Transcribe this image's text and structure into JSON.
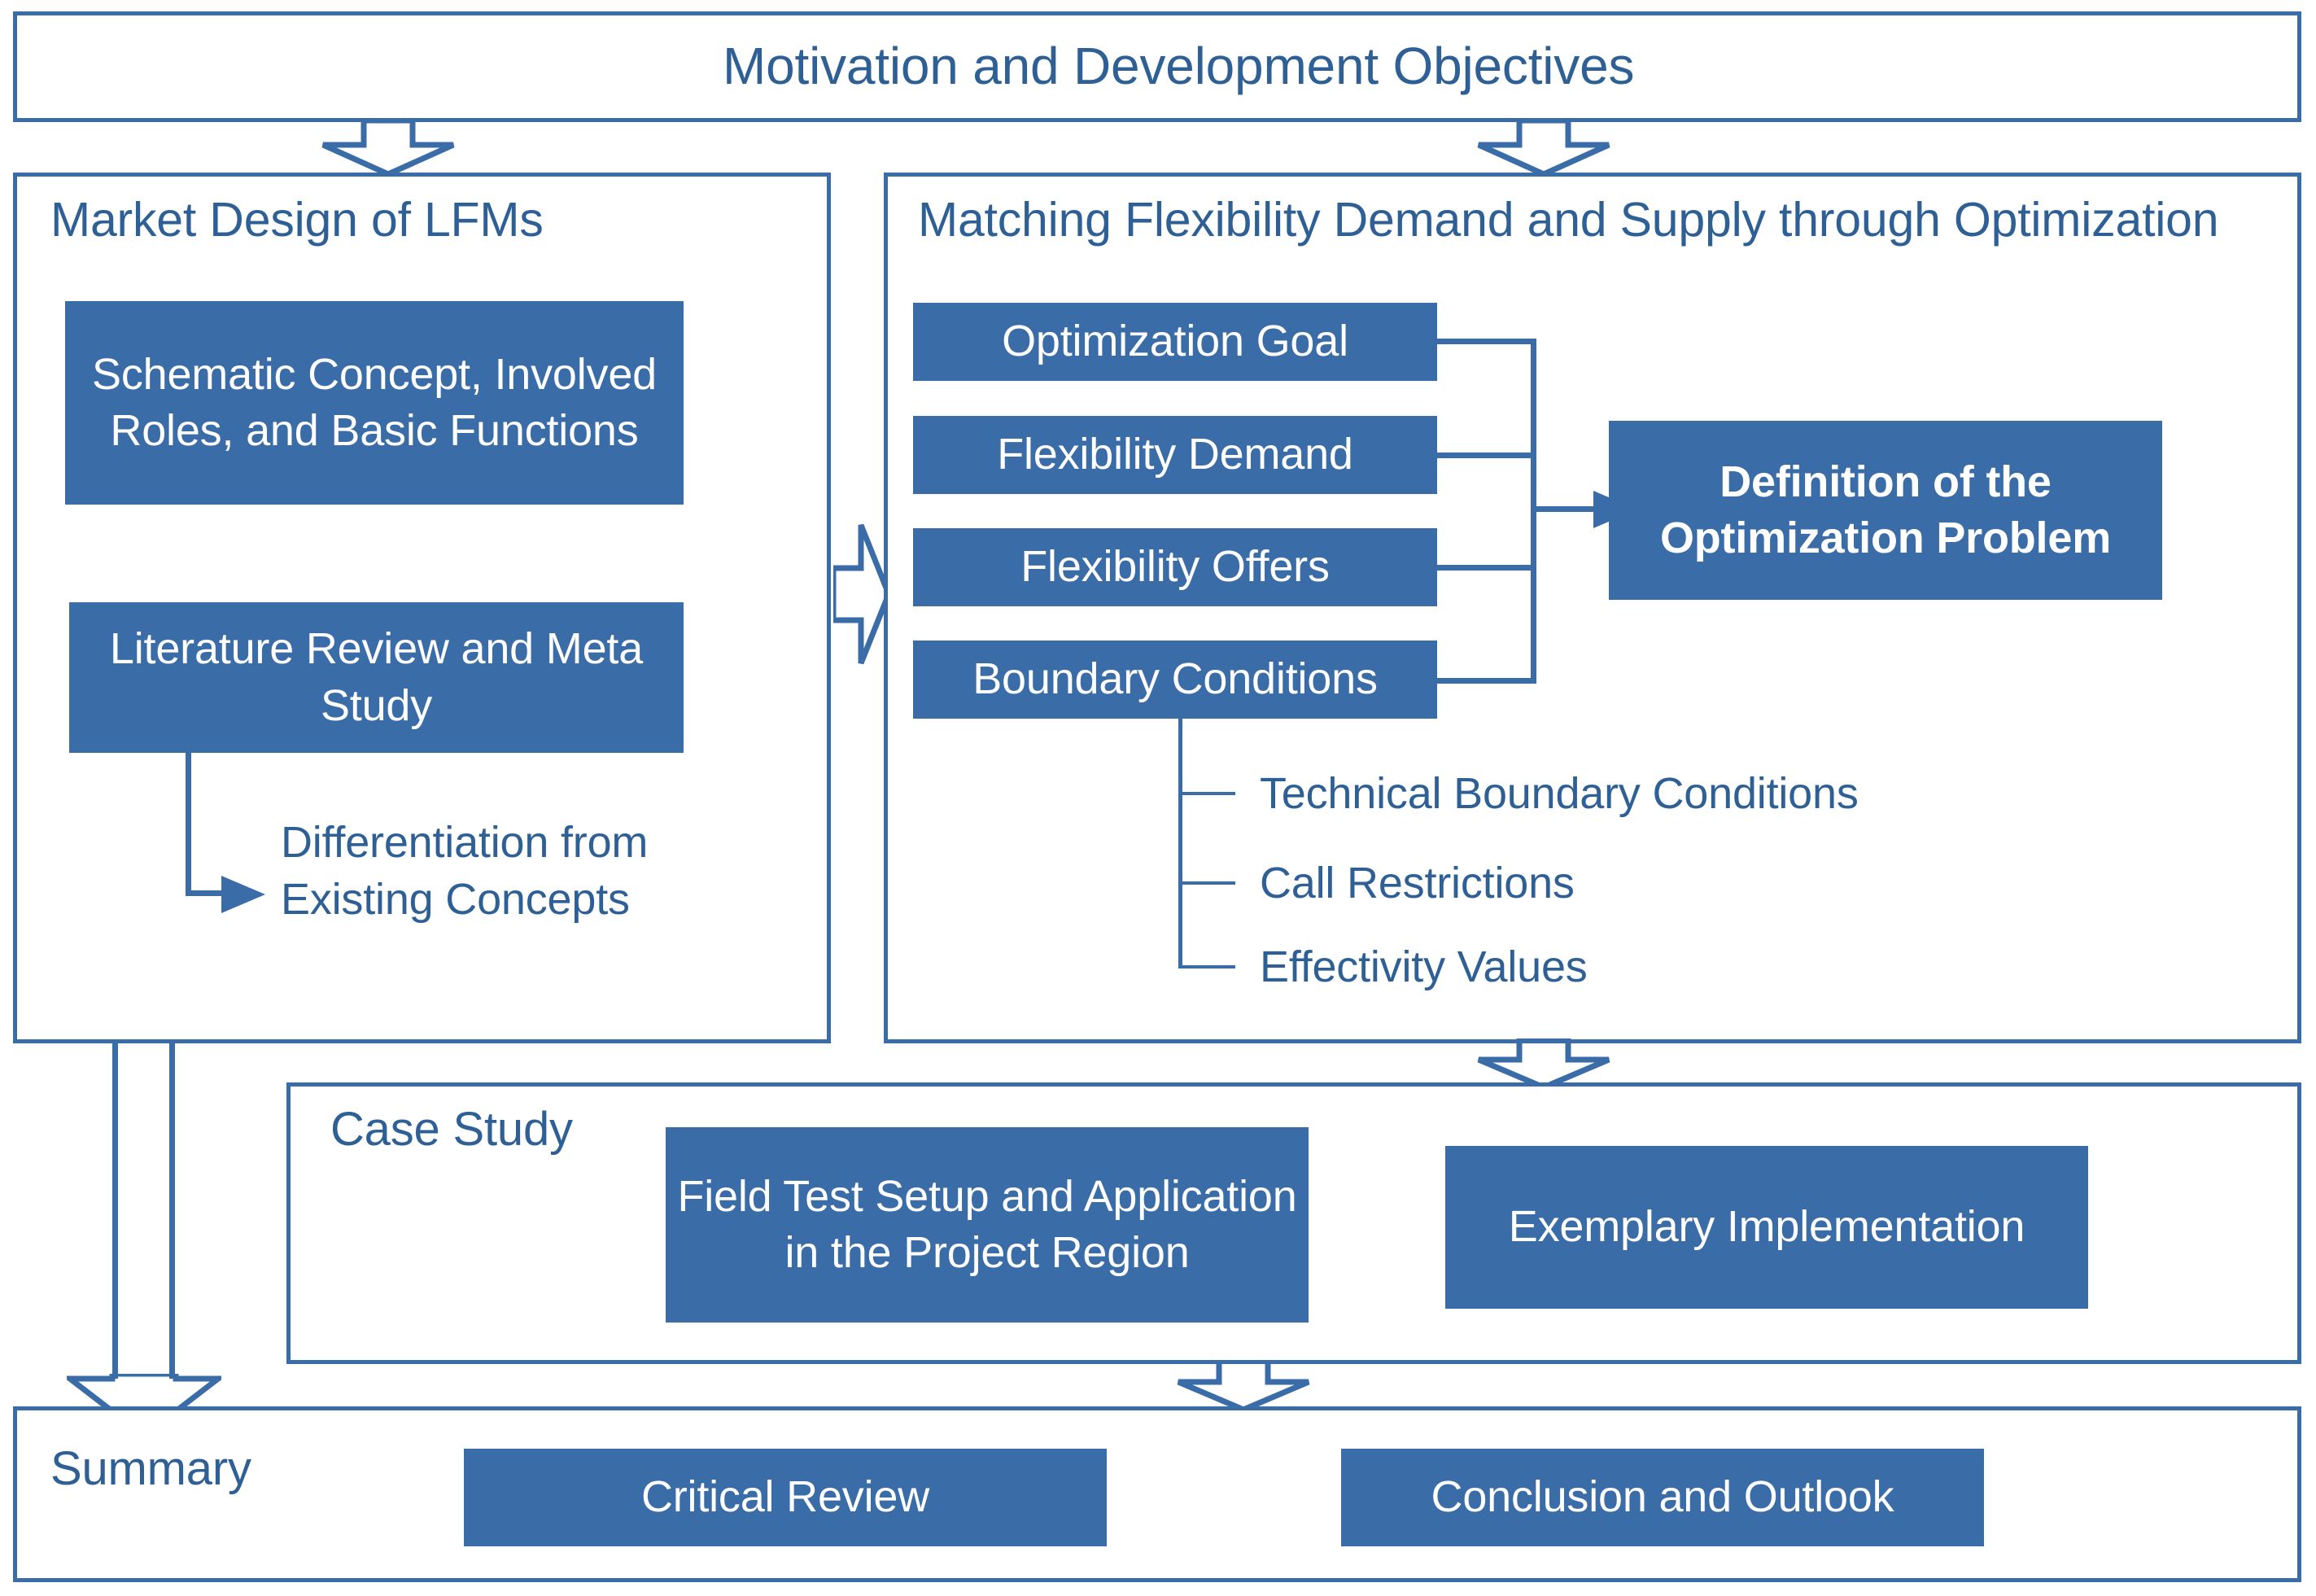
{
  "diagram": {
    "title": "Motivation and Development Objectives",
    "accent_color": "#3A6CA8",
    "text_color": "#2E6096",
    "box_text_color": "#FFFFFF"
  },
  "header": {
    "label": "Motivation and Development Objectives"
  },
  "left_panel": {
    "title": "Market Design of LFMs",
    "boxes": [
      {
        "label": "Schematic Concept, Involved Roles, and Basic Functions"
      },
      {
        "label": "Literature Review and Meta Study"
      }
    ],
    "plain_text": [
      {
        "label": "Differentiation from Existing Concepts"
      }
    ]
  },
  "right_panel": {
    "title": "Matching Flexibility Demand and Supply through Optimization",
    "inputs": [
      {
        "label": "Optimization Goal"
      },
      {
        "label": "Flexibility Demand"
      },
      {
        "label": "Flexibility Offers"
      },
      {
        "label": "Boundary Conditions"
      }
    ],
    "output_box": {
      "label": "Definition of the Optimization Problem"
    },
    "boundary_sub_items": [
      {
        "label": "Technical Boundary Conditions"
      },
      {
        "label": "Call Restrictions"
      },
      {
        "label": "Effectivity Values"
      }
    ]
  },
  "case_study_panel": {
    "title": "Case Study",
    "boxes": [
      {
        "label": "Field Test Setup and Application in the Project Region"
      },
      {
        "label": "Exemplary Implementation"
      }
    ]
  },
  "summary_panel": {
    "title": "Summary",
    "boxes": [
      {
        "label": "Critical Review"
      },
      {
        "label": "Conclusion and Outlook"
      }
    ]
  }
}
